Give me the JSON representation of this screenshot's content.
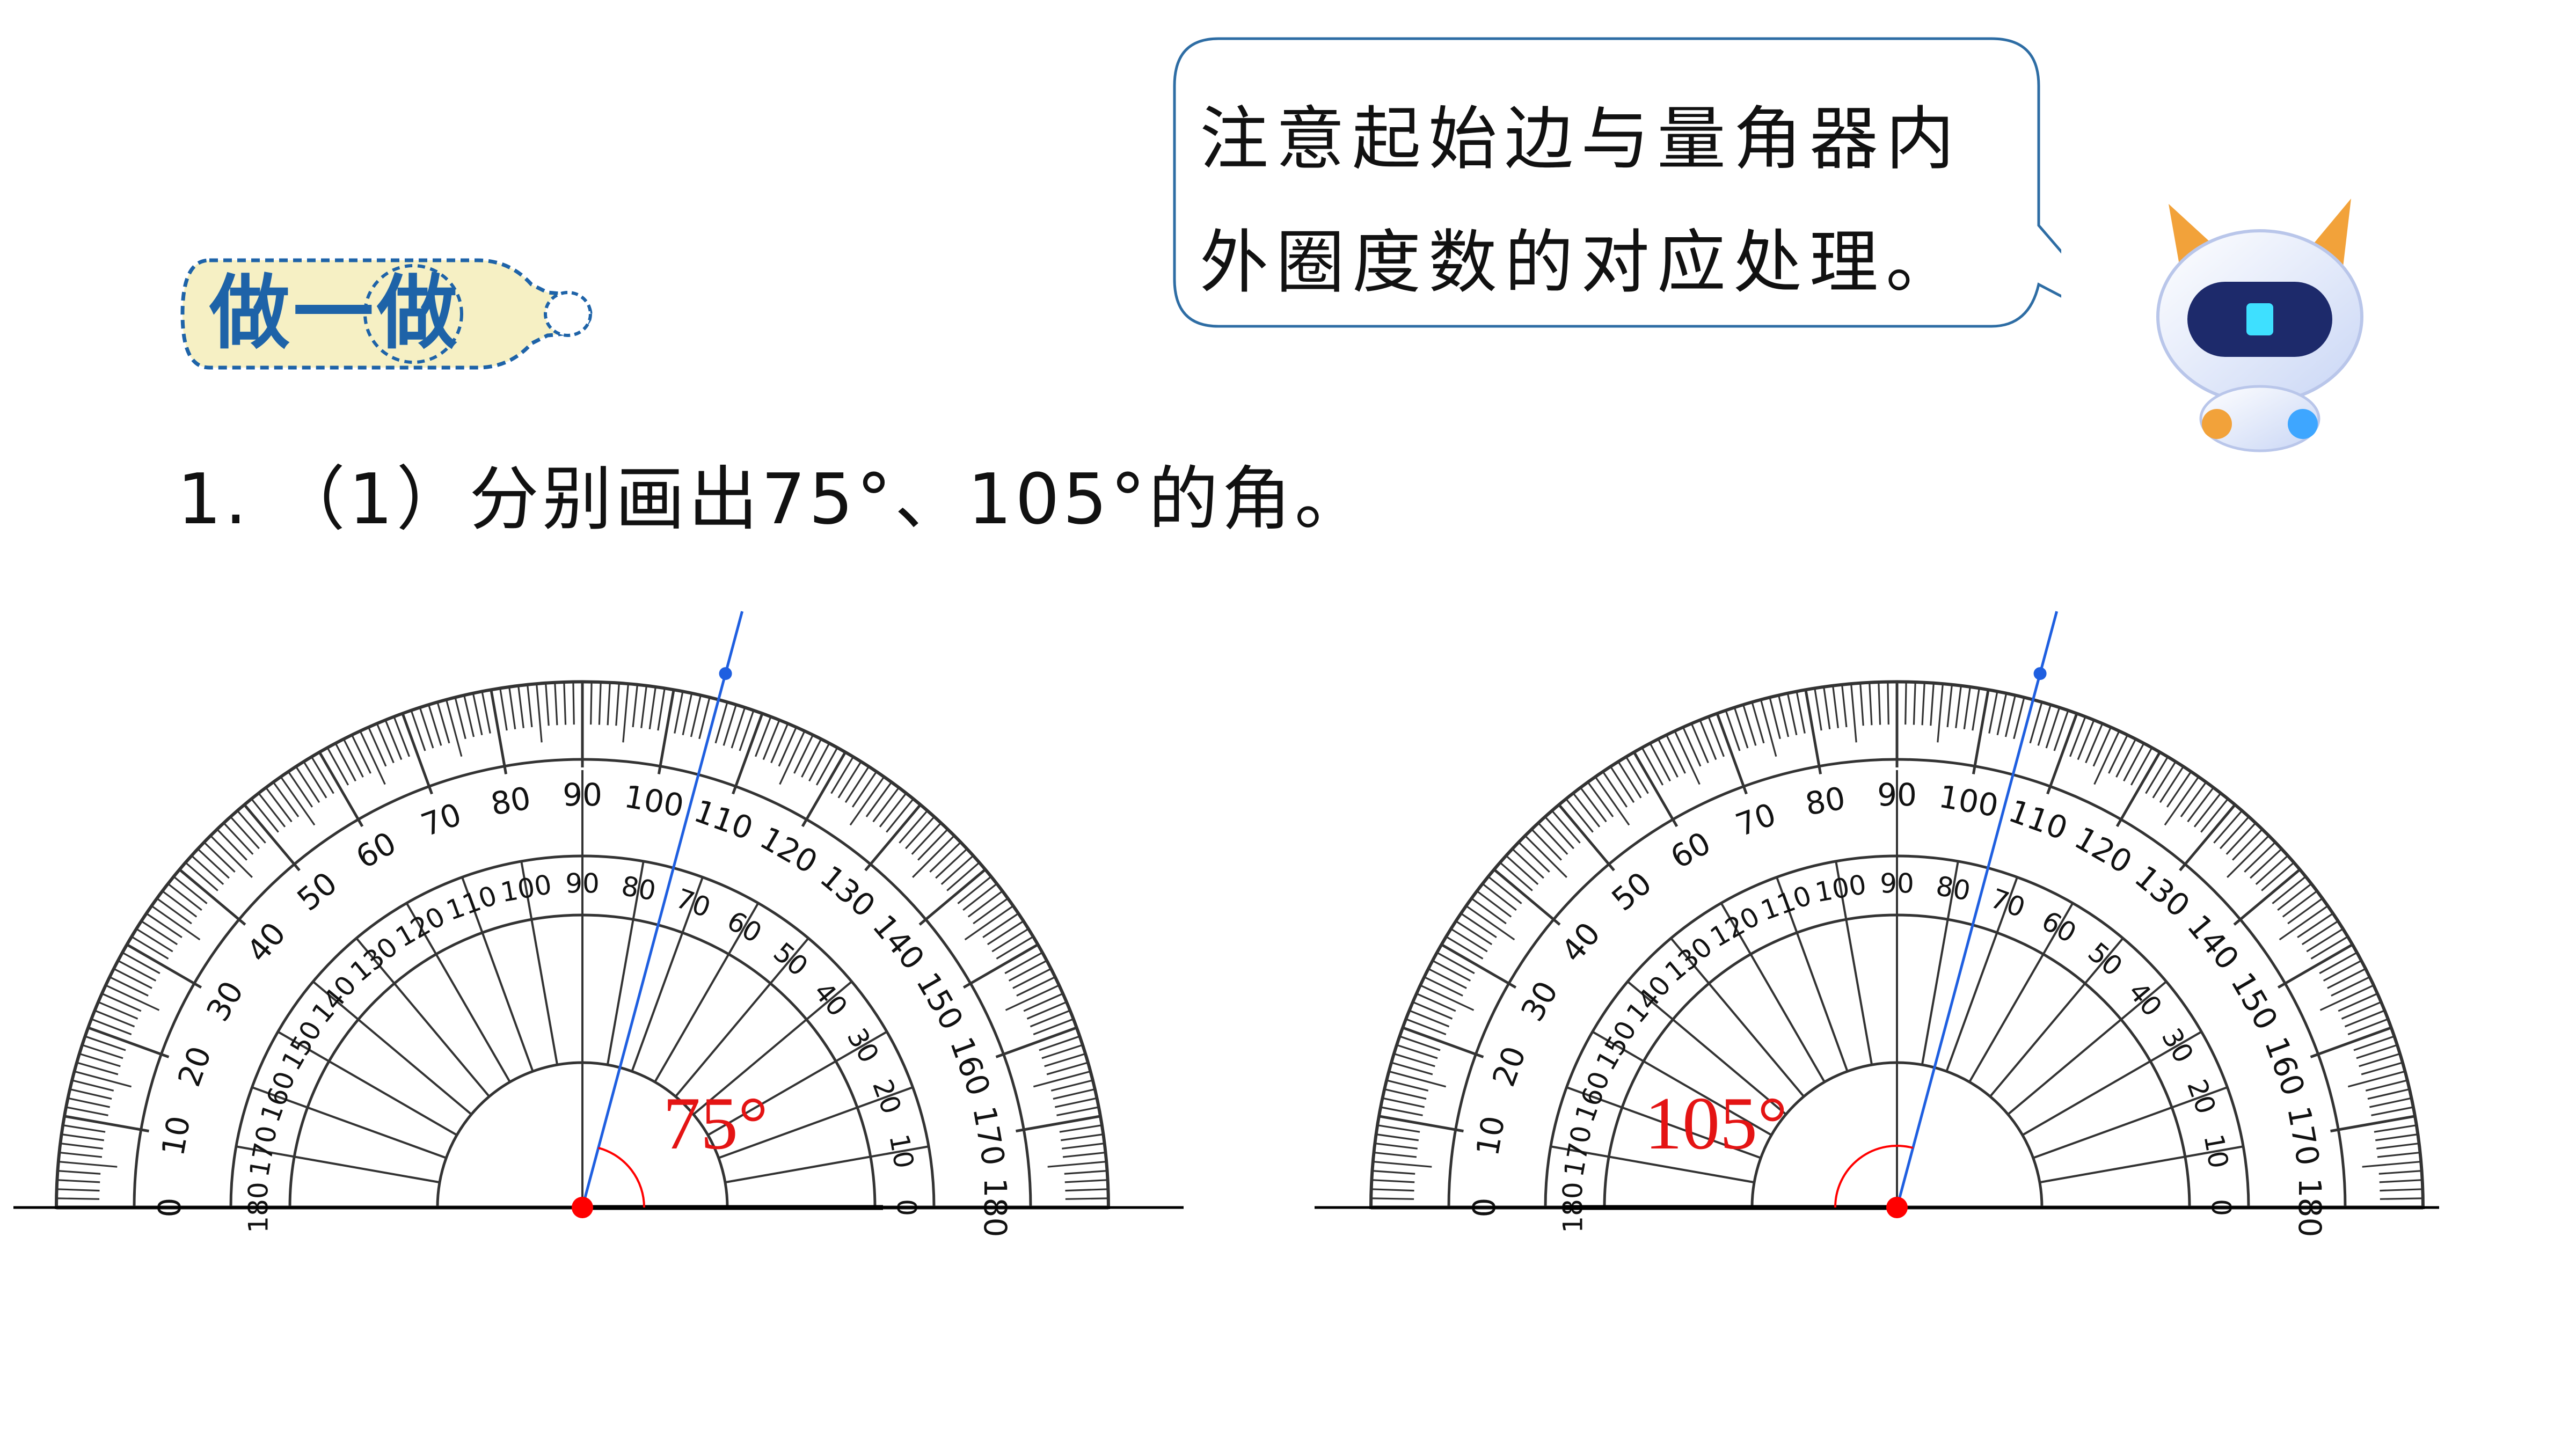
{
  "badge": {
    "label": "做一做"
  },
  "tip": {
    "text": "注意起始边与量角器内外圈度数的对应处理。"
  },
  "question": {
    "text": "1.  （1）分别画出75°、105°的角。"
  },
  "protractor": {
    "outer_scale": [
      "0",
      "10",
      "20",
      "30",
      "40",
      "50",
      "60",
      "70",
      "80",
      "90",
      "100",
      "110",
      "120",
      "130",
      "140",
      "150",
      "160",
      "170",
      "180"
    ],
    "inner_scale": [
      "180",
      "170",
      "160",
      "150",
      "140",
      "130",
      "120",
      "110",
      "100",
      "90",
      "80",
      "70",
      "60",
      "50",
      "40",
      "30",
      "20",
      "10",
      "0"
    ]
  },
  "angles": [
    {
      "label": "75°",
      "degrees": 75
    },
    {
      "label": "105°",
      "degrees": 105
    }
  ],
  "colors": {
    "badge_fill": "#f6f0c4",
    "badge_stroke": "#1e63a8",
    "badge_text": "#1e63a8",
    "bubble_stroke": "#2e6da4",
    "ray": "#1f5fe0",
    "angle_label": "#e41414",
    "vertex": "#ff0000",
    "scale_stroke": "#333333"
  }
}
